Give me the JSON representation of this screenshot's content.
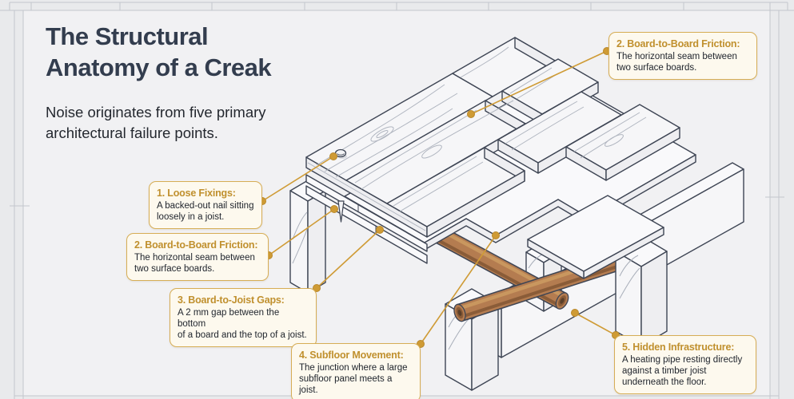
{
  "header": {
    "title": "The Structural\nAnatomy of a Creak",
    "subtitle": "Noise originates from five primary\narchitectural failure points."
  },
  "callouts": [
    {
      "id": "friction-top-right",
      "heading": "2. Board-to-Board Friction:",
      "body": "The horizontal seam between\ntwo surface boards."
    },
    {
      "id": "loose-fixings",
      "heading": "1. Loose Fixings:",
      "body": "A backed-out nail sitting\nloosely in a joist."
    },
    {
      "id": "friction-left",
      "heading": "2. Board-to-Board Friction:",
      "body": "The horizontal seam between\ntwo surface boards."
    },
    {
      "id": "board-to-joist-gaps",
      "heading": "3. Board-to-Joist Gaps:",
      "body": "A 2 mm gap between the bottom\nof a board and the top of a joist."
    },
    {
      "id": "subfloor-movement",
      "heading": "4. Subfloor Movement:",
      "body": "The junction where a large\nsubfloor panel meets a joist."
    },
    {
      "id": "hidden-infrastructure",
      "heading": "5. Hidden Infrastructure:",
      "body": "A heating pipe resting directly\nagainst a timber joist\nunderneath the floor."
    }
  ],
  "icons": {
    "nail": "nail-head-icon",
    "leader_dot": "leader-dot-icon"
  },
  "colors": {
    "accent": "#cf9b35",
    "accent-deep": "#b9882b",
    "callout-border": "#d6ad55",
    "callout-bg": "#fdf9ee",
    "heading": "#c0902e",
    "ink": "#21262e",
    "title": "#333d4e",
    "outline": "#3e4554",
    "copper": "#b47c50",
    "bg-inner": "#f1f1f3"
  }
}
